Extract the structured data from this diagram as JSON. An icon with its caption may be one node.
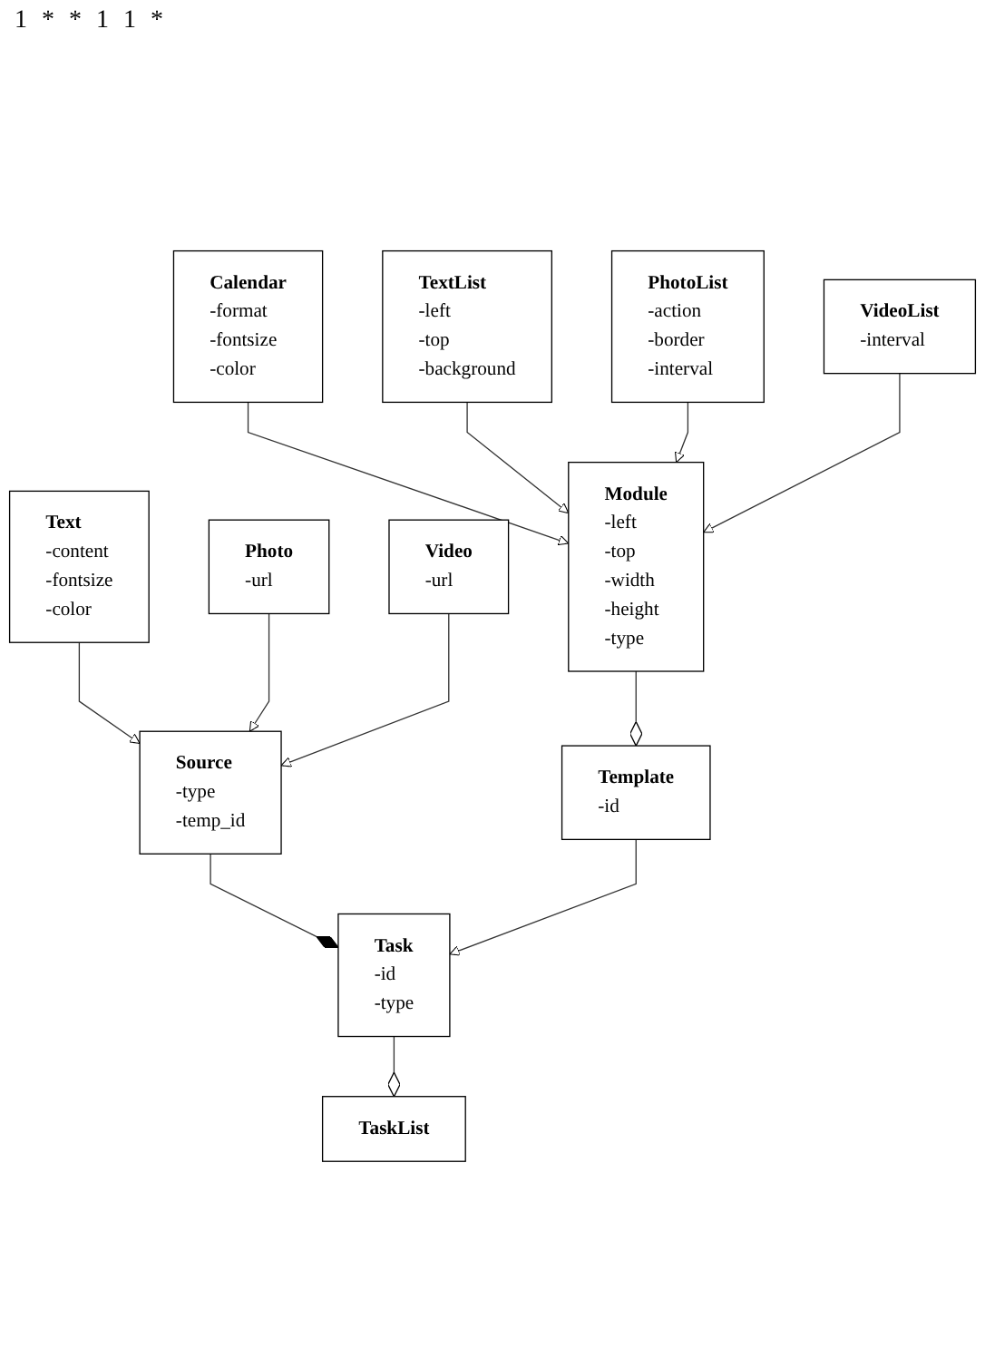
{
  "diagram": {
    "nodes": [
      {
        "text": [
          "TaskList"
        ]
      },
      {
        "text": [
          "Task",
          "-id",
          "-type"
        ]
      },
      {
        "text": [
          "Source",
          "-type",
          "-temp_id"
        ]
      },
      {
        "text": [
          "Template",
          "-id"
        ]
      },
      {
        "text": [
          "Text",
          "-content",
          "-fontsize",
          "-color"
        ]
      },
      {
        "text": [
          "Photo",
          "-url"
        ]
      },
      {
        "text": [
          "Video",
          "-url"
        ]
      },
      {
        "text": [
          "Module",
          "-left",
          "-top",
          "-width",
          "-height",
          "-type"
        ]
      },
      {
        "text": [
          "Calendar",
          "-format",
          "-fontsize",
          "-color"
        ]
      },
      {
        "text": [
          "TextList",
          "-left",
          "-top",
          "-background"
        ]
      },
      {
        "text": [
          "PhotoList",
          "-action",
          "-border",
          "-interval"
        ]
      },
      {
        "text": [
          "VideoList",
          "-interval"
        ]
      }
    ],
    "edges": [
      {
        "from": 1,
        "to": 0,
        "arrow": "other"
      },
      {
        "from": 2,
        "to": 1,
        "arrow": "other"
      },
      {
        "from": 3,
        "to": 1,
        "arrow": "to"
      },
      {
        "from": 7,
        "to": 3,
        "arrow": "other"
      },
      {
        "from": 4,
        "to": 2,
        "arrow": "to"
      },
      {
        "from": 5,
        "to": 2,
        "arrow": "to"
      },
      {
        "from": 6,
        "to": 2,
        "arrow": "to"
      },
      {
        "from": 8,
        "to": 7,
        "arrow": "to"
      },
      {
        "from": 9,
        "to": 7,
        "arrow": "to"
      },
      {
        "from": 10,
        "to": 7,
        "arrow": "to"
      },
      {
        "from": 11,
        "to": 7,
        "arrow": "to"
      }
    ],
    "labels": [
      "1",
      "*",
      "*",
      "1",
      "1",
      "*"
    ]
  }
}
